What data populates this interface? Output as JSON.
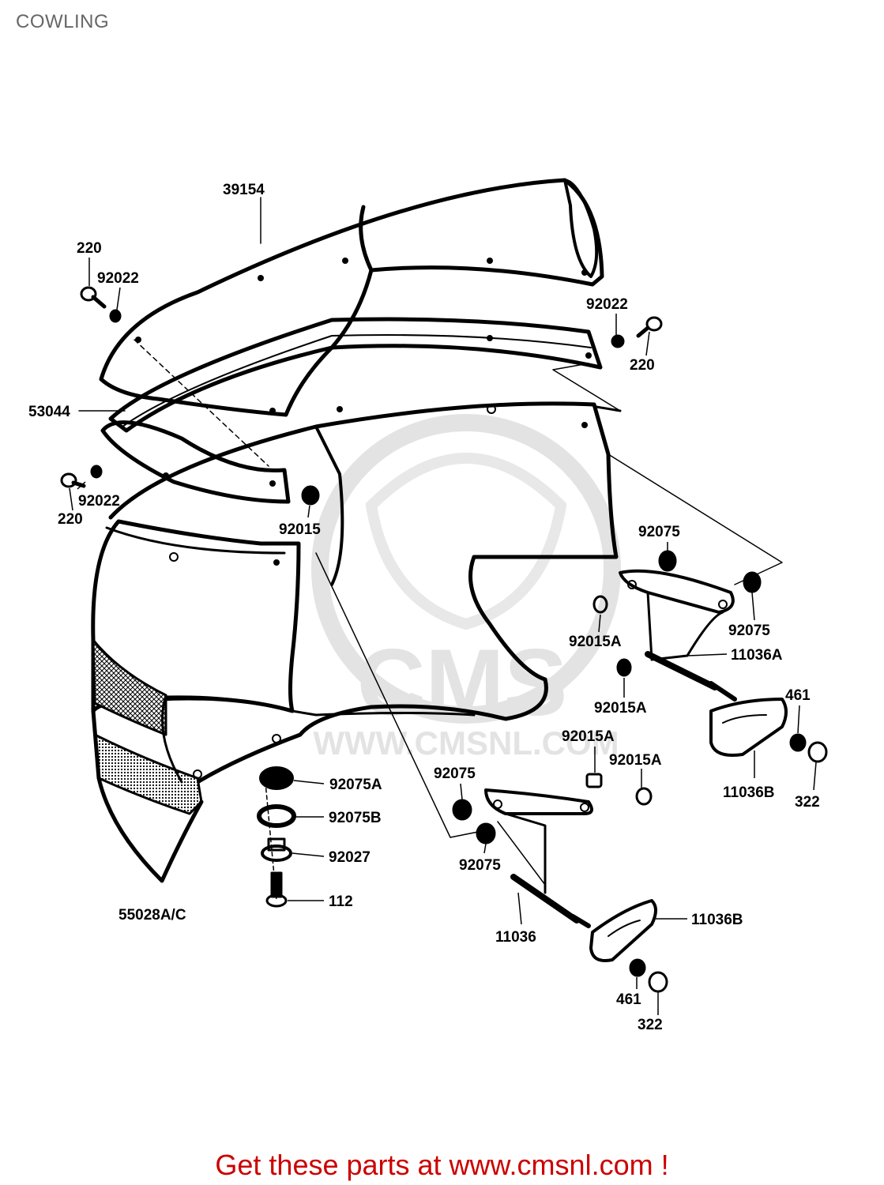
{
  "page": {
    "title": "COWLING",
    "footer_link": "Get these parts at www.cmsnl.com !"
  },
  "watermark": {
    "logo_text": "CMS",
    "url_text": "WWW.CMSNL.COM"
  },
  "colors": {
    "footer_text": "#cc0000",
    "title_text": "#666666",
    "line_art": "#000000",
    "watermark": "#e3e3e3"
  },
  "parts": [
    {
      "id": "39154",
      "label": "39154"
    },
    {
      "id": "220-top-left",
      "label": "220"
    },
    {
      "id": "92022-top-left",
      "label": "92022"
    },
    {
      "id": "92022-right",
      "label": "92022"
    },
    {
      "id": "220-right",
      "label": "220"
    },
    {
      "id": "53044",
      "label": "53044"
    },
    {
      "id": "92022-left",
      "label": "92022"
    },
    {
      "id": "220-left",
      "label": "220"
    },
    {
      "id": "92015",
      "label": "92015"
    },
    {
      "id": "92075-top",
      "label": "92075"
    },
    {
      "id": "92015A-1",
      "label": "92015A"
    },
    {
      "id": "92075-right",
      "label": "92075"
    },
    {
      "id": "11036A",
      "label": "11036A"
    },
    {
      "id": "92015A-2",
      "label": "92015A"
    },
    {
      "id": "461-top",
      "label": "461"
    },
    {
      "id": "92015A-3",
      "label": "92015A"
    },
    {
      "id": "92015A-4",
      "label": "92015A"
    },
    {
      "id": "92075-mid",
      "label": "92075"
    },
    {
      "id": "11036B-top",
      "label": "11036B"
    },
    {
      "id": "322-top",
      "label": "322"
    },
    {
      "id": "92075A",
      "label": "92075A"
    },
    {
      "id": "92075B",
      "label": "92075B"
    },
    {
      "id": "92027",
      "label": "92027"
    },
    {
      "id": "92075-low",
      "label": "92075"
    },
    {
      "id": "112",
      "label": "112"
    },
    {
      "id": "55028A/C",
      "label": "55028A/C"
    },
    {
      "id": "11036B-low",
      "label": "11036B"
    },
    {
      "id": "11036",
      "label": "11036"
    },
    {
      "id": "461-low",
      "label": "461"
    },
    {
      "id": "322-low",
      "label": "322"
    }
  ]
}
